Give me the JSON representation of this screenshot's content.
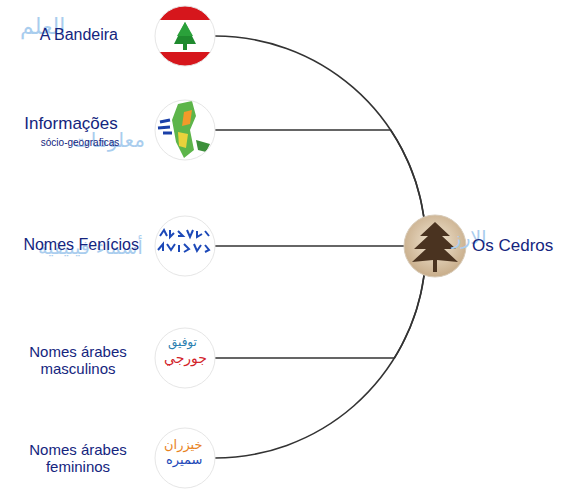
{
  "diagram": {
    "nodes": [
      {
        "text": [
          "A Bandeira"
        ]
      },
      {
        "text": [
          "Informações",
          "sócio-geograficas"
        ]
      },
      {
        "text": [
          "Nomes Fenícios"
        ]
      },
      {
        "text": [
          "Nomes árabes masculinos"
        ]
      },
      {
        "text": [
          "Nomes árabes femininos"
        ]
      },
      {
        "text": [
          "Os Cedros"
        ]
      }
    ],
    "edges": [
      {
        "from": 0,
        "to": 5,
        "arrow": "none"
      },
      {
        "from": 1,
        "to": 5,
        "arrow": "none"
      },
      {
        "from": 2,
        "to": 5,
        "arrow": "none"
      },
      {
        "from": 3,
        "to": 5,
        "arrow": "none"
      },
      {
        "from": 4,
        "to": 5,
        "arrow": "none"
      }
    ],
    "labels": [
      "العلم",
      "معلومات",
      "أسماء فينيقية",
      "الارز",
      "توفيق",
      "جورجي",
      "خيزران",
      "سميره"
    ]
  }
}
